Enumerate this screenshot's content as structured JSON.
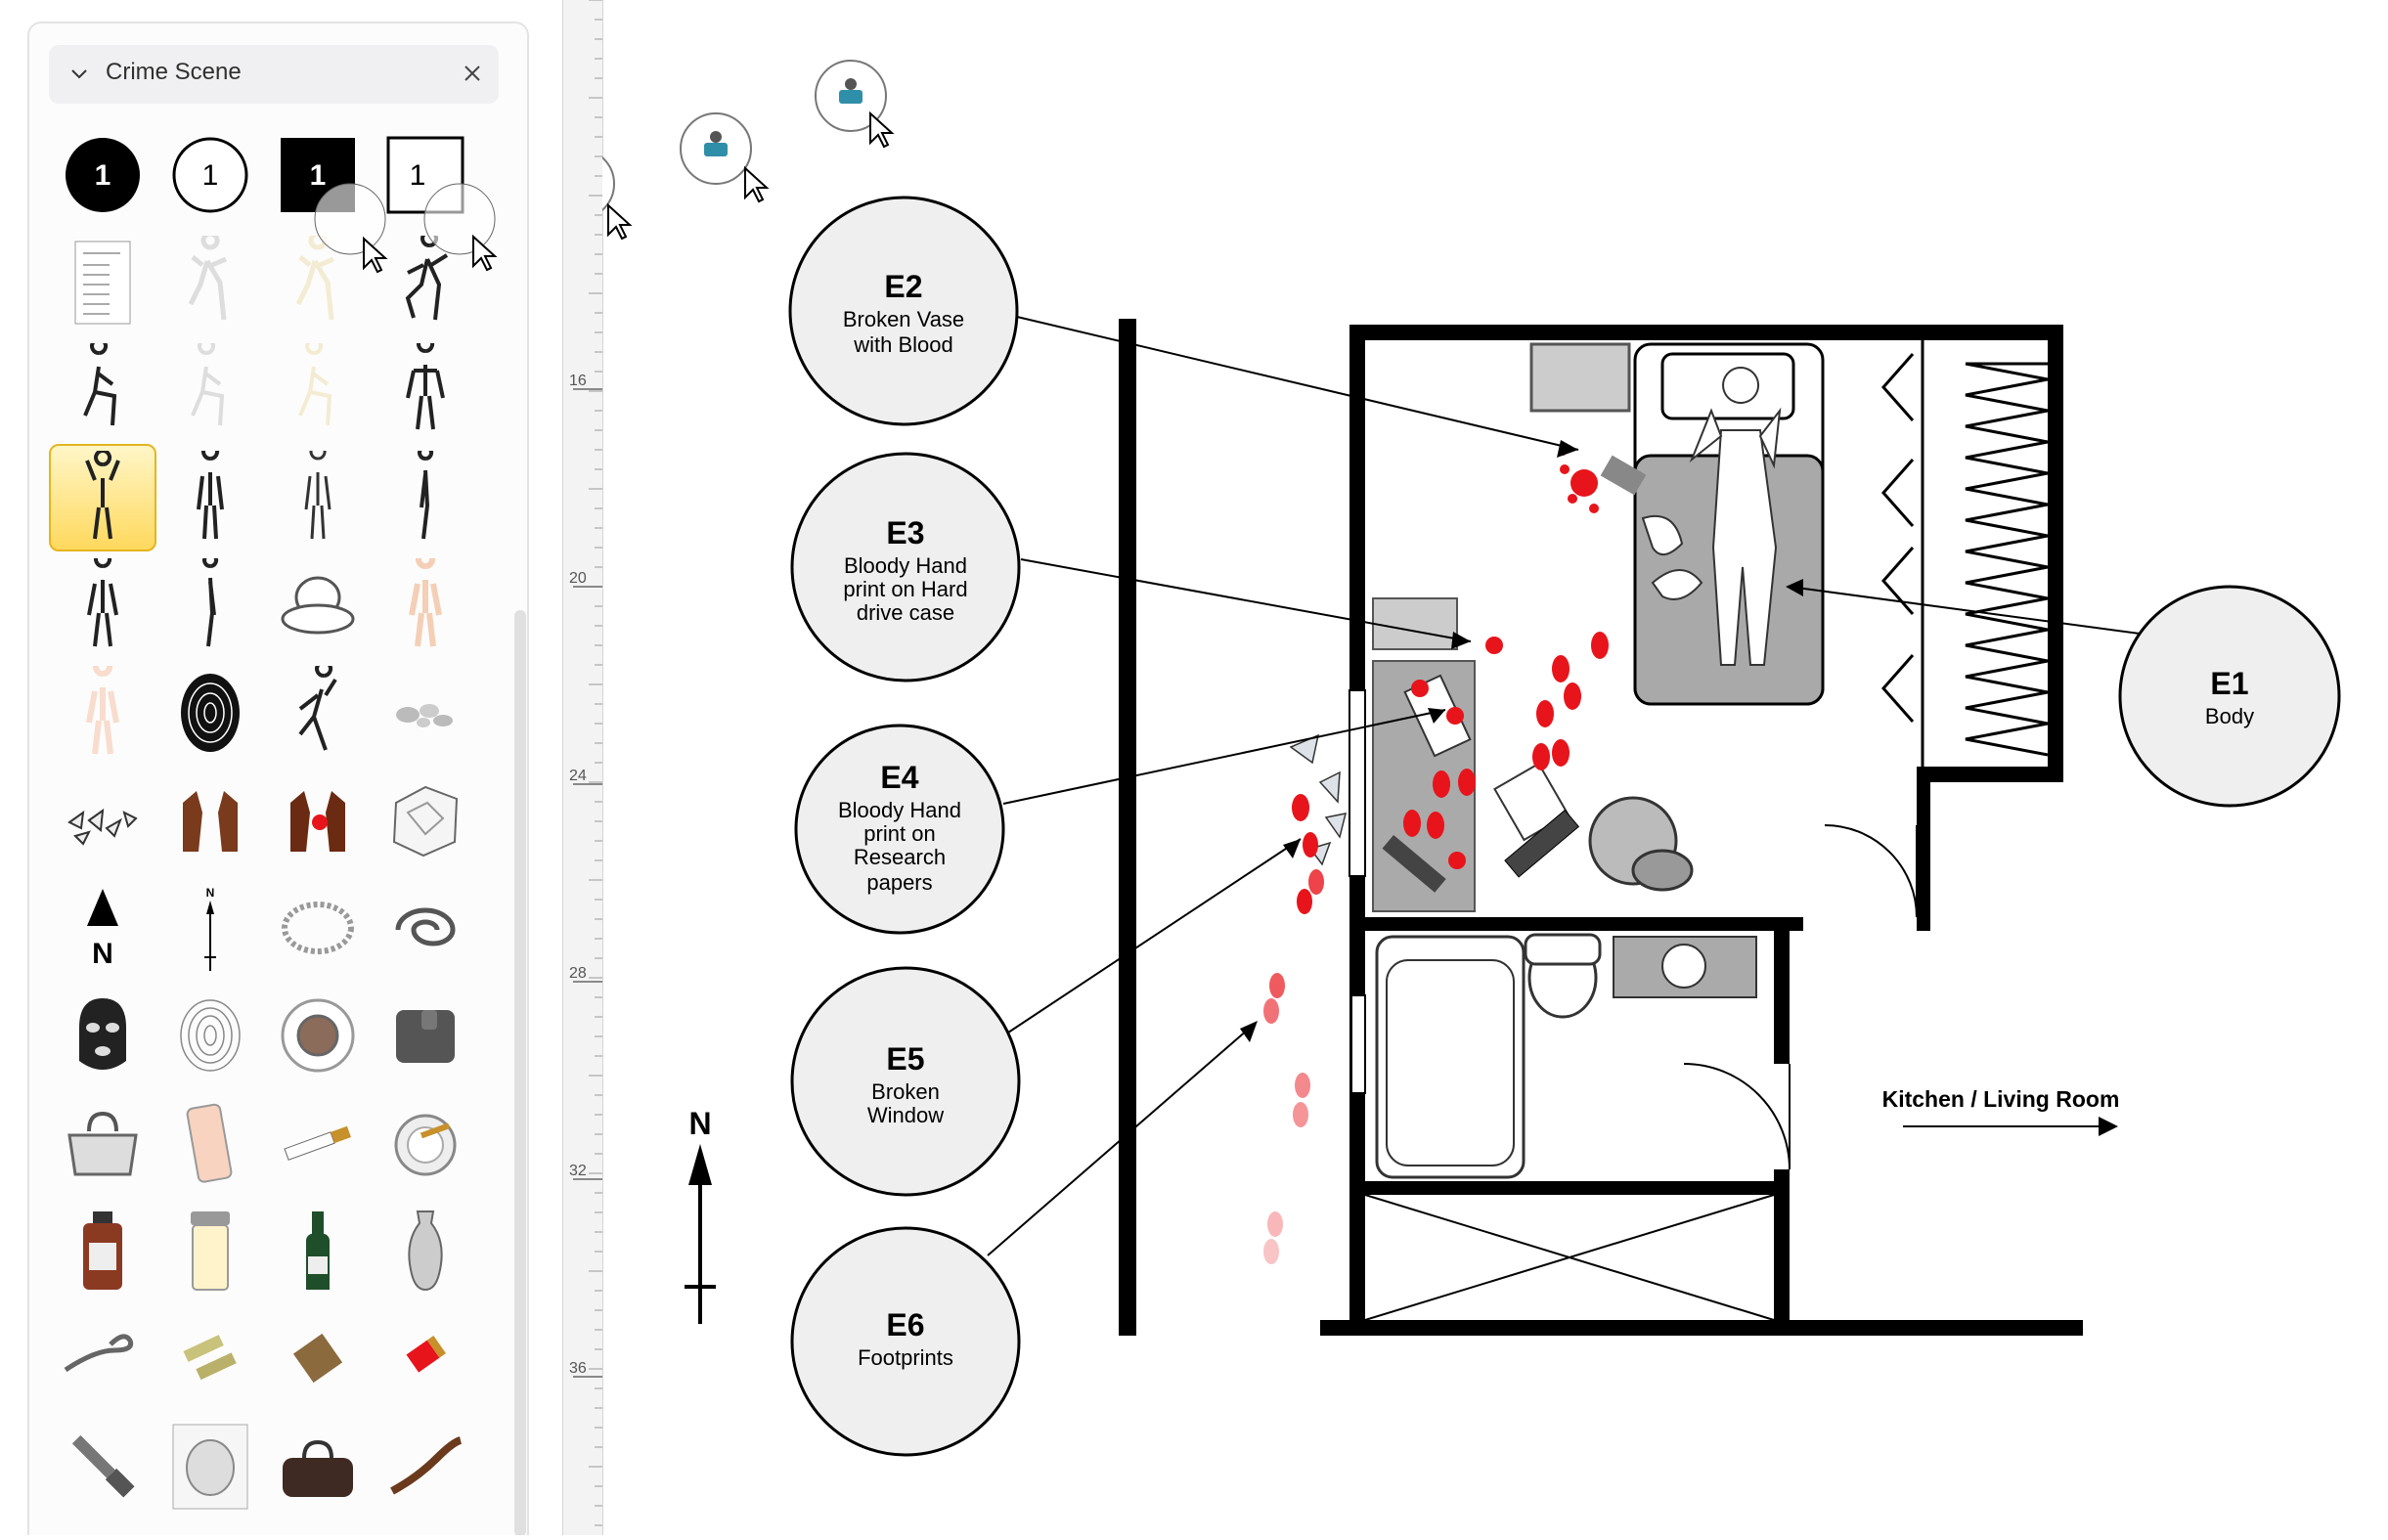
{
  "sidebar": {
    "title": "Crime Scene",
    "close_icon": "close-icon",
    "collapse_icon": "chevron-down-icon",
    "marker_1": "1",
    "marker_2": "1",
    "marker_3": "1",
    "marker_4": "1",
    "north_letter": "N",
    "north_small_letter": "N"
  },
  "ruler": {
    "ticks": [
      "16",
      "20",
      "24",
      "28",
      "32",
      "36"
    ]
  },
  "evidence": {
    "e1_id": "E1",
    "e1_line1": "Body",
    "e2_id": "E2",
    "e2_line1": "Broken Vase",
    "e2_line2": "with Blood",
    "e3_id": "E3",
    "e3_line1": "Bloody Hand",
    "e3_line2": "print on Hard",
    "e3_line3": "drive case",
    "e4_id": "E4",
    "e4_line1": "Bloody Hand",
    "e4_line2": "print on",
    "e4_line3": "Research",
    "e4_line4": "papers",
    "e5_id": "E5",
    "e5_line1": "Broken",
    "e5_line2": "Window",
    "e6_id": "E6",
    "e6_line1": "Footprints"
  },
  "floorplan": {
    "kitchen_label": "Kitchen / Living Room",
    "north_label": "N"
  },
  "colors": {
    "accent_selected": "#ffd95e",
    "blood": "#e8141b",
    "wall": "#000000",
    "evidence_fill": "#efefef"
  }
}
